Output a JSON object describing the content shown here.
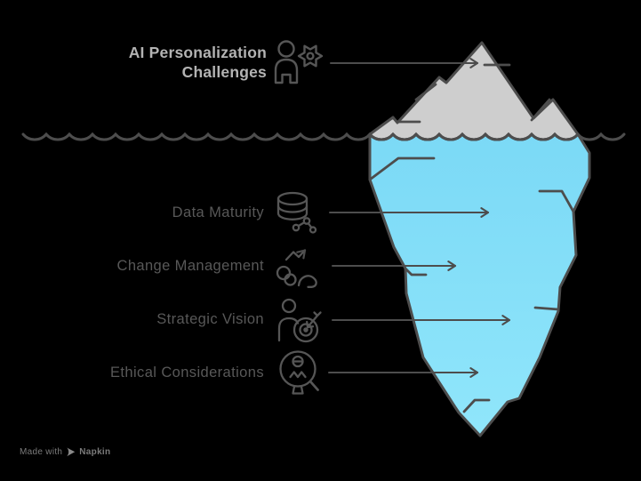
{
  "title": {
    "line1": "AI Personalization",
    "line2": "Challenges",
    "full": "AI Personalization Challenges"
  },
  "diagram": {
    "type": "iceberg",
    "above_water": {
      "label": "AI Personalization Challenges",
      "icon": "person-gear-icon"
    },
    "below_water": [
      {
        "label": "Data Maturity",
        "icon": "database-network-icon"
      },
      {
        "label": "Change Management",
        "icon": "change-cycle-icon"
      },
      {
        "label": "Strategic Vision",
        "icon": "person-target-icon"
      },
      {
        "label": "Ethical Considerations",
        "icon": "person-magnifier-icon"
      }
    ]
  },
  "watermark": {
    "prefix": "Made with",
    "brand": "Napkin",
    "icon": "napkin-logo-icon"
  },
  "colors": {
    "background": "#000000",
    "iceberg_above_fill": "#cecece",
    "iceberg_below_fill_top": "#7bd9f6",
    "iceberg_below_fill_bottom": "#90e6fb",
    "outline": "#4d4d4d",
    "icon_stroke": "#565656",
    "title_text": "#b3b3b3",
    "label_text": "#585858",
    "watermark_text": "#7b7b7b"
  }
}
